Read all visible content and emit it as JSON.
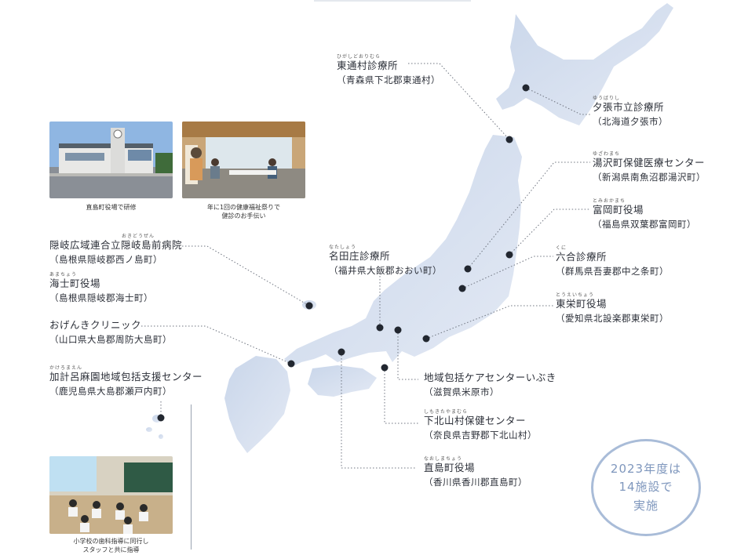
{
  "facilities": [
    {
      "ruby": "ひがしどおりむら",
      "name": "東通村診療所",
      "addr": "（青森県下北郡東通村）"
    },
    {
      "ruby": "ゆうばりし",
      "name": "夕張市立診療所",
      "addr": "（北海道夕張市）"
    },
    {
      "ruby": "ゆざわまち",
      "name": "湯沢町保健医療センター",
      "addr": "（新潟県南魚沼郡湯沢町）"
    },
    {
      "ruby": "とみおかまち",
      "name": "富岡町役場",
      "addr": "（福島県双葉郡富岡町）"
    },
    {
      "ruby": "くに",
      "name": "六合診療所",
      "addr": "（群馬県吾妻郡中之条町）"
    },
    {
      "ruby": "とうえいちょう",
      "name": "東栄町役場",
      "addr": "（愛知県北設楽郡東栄町）"
    },
    {
      "ruby": "なたしょう",
      "name": "名田庄診療所",
      "addr": "（福井県大飯郡おおい町）"
    },
    {
      "ruby": "おきどうぜん",
      "name": "隠岐広域連合立隠岐島前病院",
      "addr": "（島根県隠岐郡西ノ島町）"
    },
    {
      "ruby": "あまちょう",
      "name": "海士町役場",
      "addr": "（島根県隠岐郡海士町）"
    },
    {
      "ruby": "",
      "name": "おげんきクリニック",
      "addr": "（山口県大島郡周防大島町）"
    },
    {
      "ruby": "かけろまえん",
      "name": "加計呂麻園地域包括支援センター",
      "addr": "（鹿児島県大島郡瀬戸内町）"
    },
    {
      "ruby": "",
      "name": "地域包括ケアセンターいぶき",
      "addr": "（滋賀県米原市）"
    },
    {
      "ruby": "しもきたやまむら",
      "name": "下北山村保健センター",
      "addr": "（奈良県吉野郡下北山村）"
    },
    {
      "ruby": "なおしまちょう",
      "name": "直島町役場",
      "addr": "（香川県香川郡直島町）"
    }
  ],
  "photos": [
    {
      "caption": "直島町役場で研修"
    },
    {
      "caption_line1": "年に1回の健康福祉祭りで",
      "caption_line2": "健診のお手伝い"
    },
    {
      "caption_line1": "小学校の歯科指導に同行し",
      "caption_line2": "スタッフと共に指導"
    }
  ],
  "badge": {
    "line1": "2023年度は",
    "line2": "14施設で",
    "line3": "実施"
  },
  "colors": {
    "land": "#d3deef",
    "accent": "#a9bcd8",
    "dot": "#222730",
    "leader": "#6f7580"
  }
}
